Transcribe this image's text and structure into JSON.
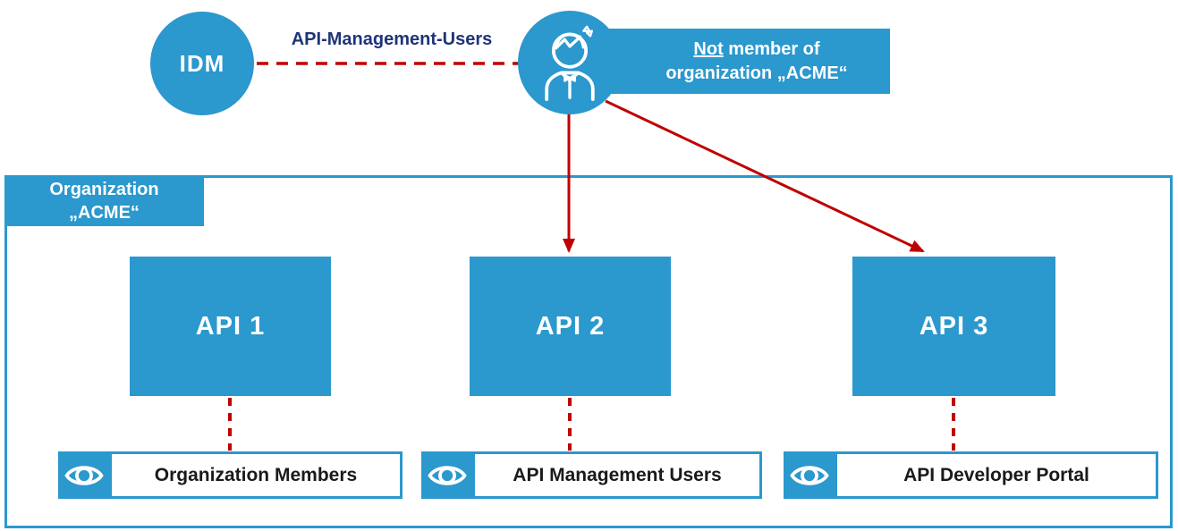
{
  "colors": {
    "primary_blue": "#2B98CE",
    "line_red": "#C00000",
    "link_label_navy": "#1F3478",
    "permission_text_black": "#1A1A1A"
  },
  "idm_node": {
    "label": "IDM"
  },
  "idm_user_link": {
    "label": "API-Management-Users",
    "style": "dashed-red"
  },
  "user_node": {
    "icon": "person-icon"
  },
  "user_note": {
    "line1_emphasis": "Not",
    "line1_rest": " member of",
    "line2": "organization „ACME“"
  },
  "organization_box": {
    "title_line1": "Organization",
    "title_line2": "„ACME“"
  },
  "api_nodes": [
    {
      "label": "API 1"
    },
    {
      "label": "API 2"
    },
    {
      "label": "API 3"
    }
  ],
  "permission_labels": [
    {
      "icon": "eye-icon",
      "label": "Organization Members"
    },
    {
      "icon": "eye-icon",
      "label": "API Management Users"
    },
    {
      "icon": "eye-icon",
      "label": "API Developer Portal"
    }
  ],
  "connections": {
    "idm_to_user": "dashed red line",
    "user_to_api2": "solid red arrow",
    "user_to_api3": "solid red arrow",
    "api1_to_org_members": "dashed red line",
    "api2_to_api_mgmt_users": "dashed red line",
    "api3_to_dev_portal": "dashed red line"
  }
}
